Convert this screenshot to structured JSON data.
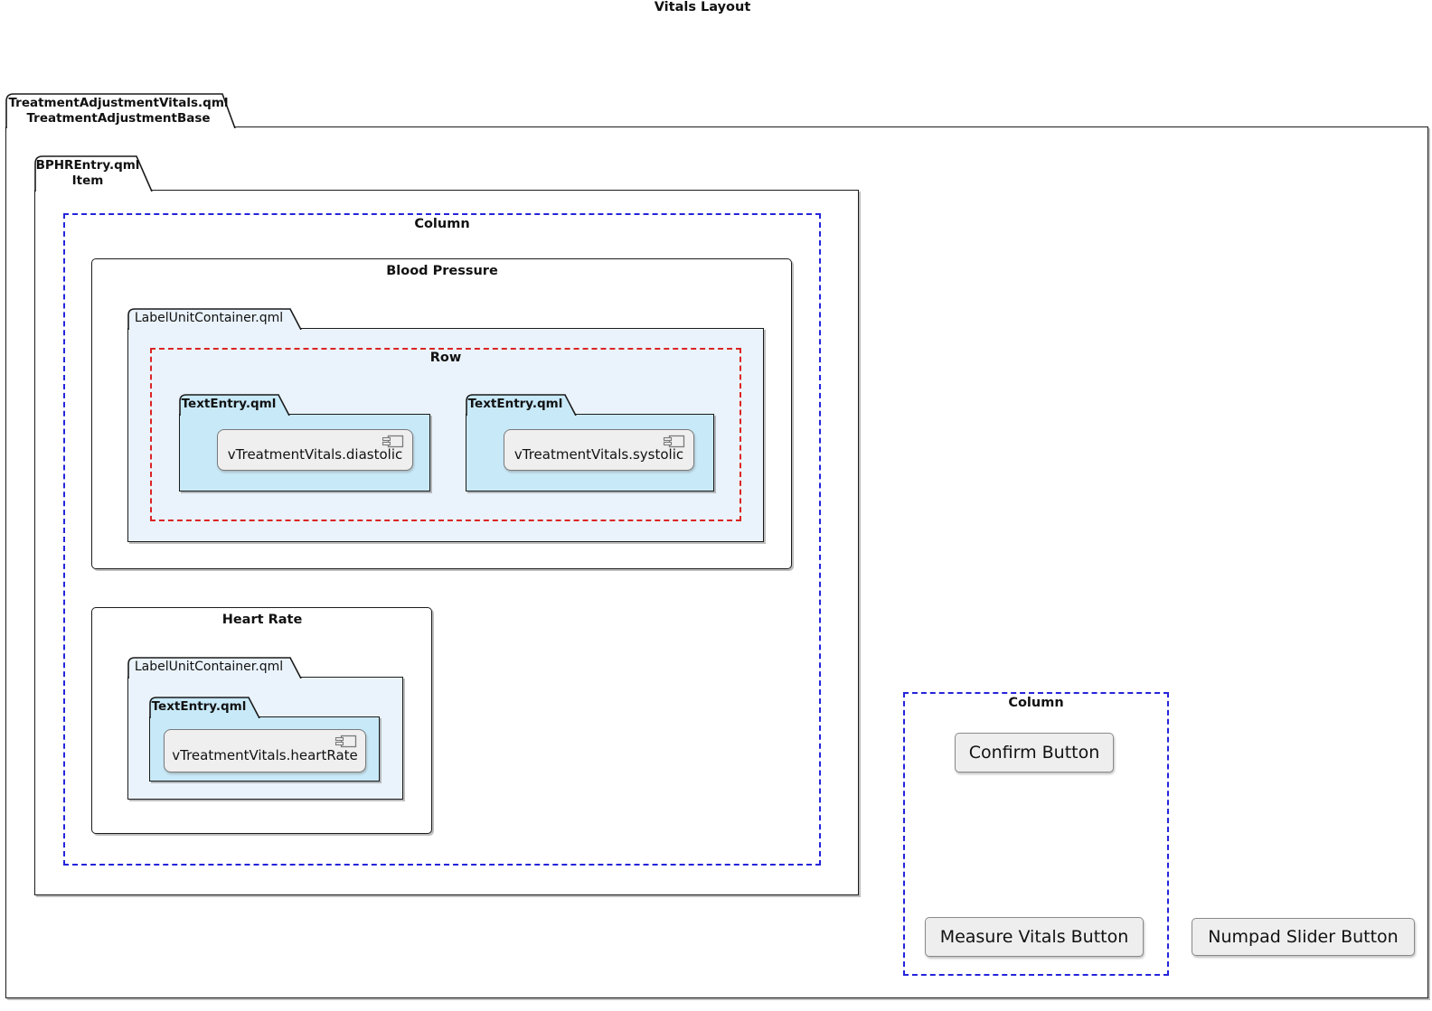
{
  "title": "Vitals Layout",
  "outer_package": {
    "name": "TreatmentAdjustmentVitals.qml",
    "type": "TreatmentAdjustmentBase"
  },
  "bphr_package": {
    "name": "BPHREntry.qml",
    "type": "Item"
  },
  "left_column": {
    "label": "Column",
    "blood_pressure": {
      "title": "Blood Pressure",
      "container": {
        "label": "LabelUnitContainer.qml",
        "row": {
          "label": "Row",
          "entries": [
            {
              "folder": "TextEntry.qml",
              "component": "vTreatmentVitals.diastolic"
            },
            {
              "folder": "TextEntry.qml",
              "component": "vTreatmentVitals.systolic"
            }
          ]
        }
      }
    },
    "heart_rate": {
      "title": "Heart Rate",
      "container": {
        "label": "LabelUnitContainer.qml",
        "entry": {
          "folder": "TextEntry.qml",
          "component": "vTreatmentVitals.heartRate"
        }
      }
    }
  },
  "right_column": {
    "label": "Column",
    "buttons": [
      "Confirm Button",
      "Measure Vitals Button"
    ]
  },
  "numpad_button": "Numpad Slider Button",
  "colors": {
    "dashed_blue": "#2424DB",
    "dashed_red": "#DB2424",
    "folder_cyan": "#C8E9F8",
    "folder_light_blue": "#EAF3FB",
    "component_fill": "#EFEFEF",
    "button_fill": "#EEEEEE",
    "border": "#1b1b1b"
  },
  "icons": {
    "component_icon": "uml-component-icon"
  }
}
